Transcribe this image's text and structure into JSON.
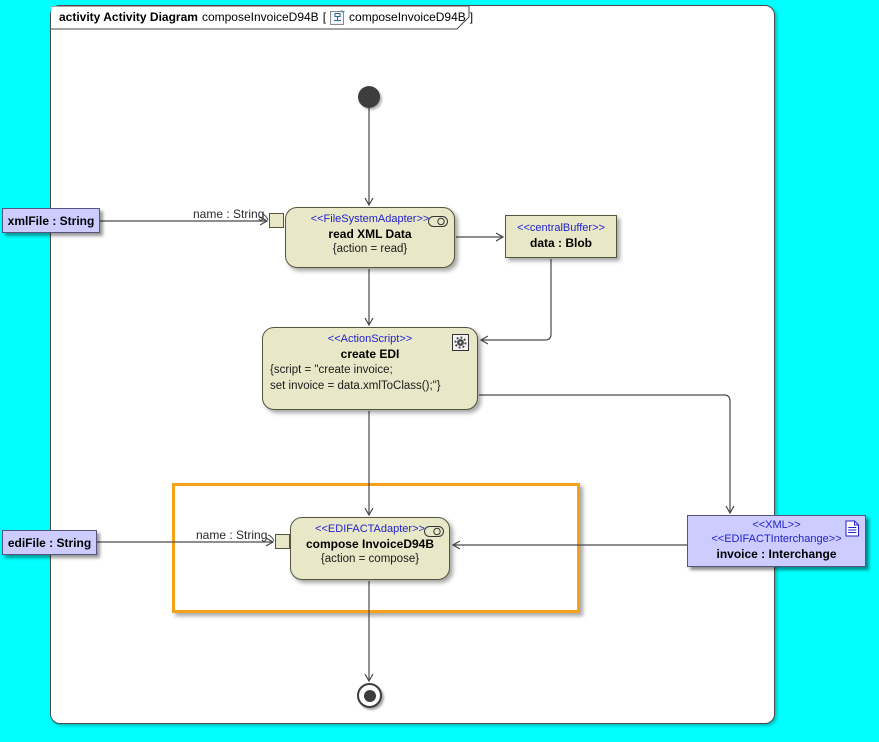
{
  "frame": {
    "keyword": "activity Activity Diagram",
    "diagram_name": "composeInvoiceD94B",
    "bracket_open": "[",
    "ref_name": "composeInvoiceD94B",
    "bracket_close": "]"
  },
  "nodes": {
    "read_xml": {
      "stereotype": "<<FileSystemAdapter>>",
      "name": "read XML Data",
      "constraint": "{action = read}"
    },
    "data_blob": {
      "stereotype": "<<centralBuffer>>",
      "name": "data : Blob"
    },
    "create_edi": {
      "stereotype": "<<ActionScript>>",
      "name": "create EDI",
      "script_line1": "{script = \"create invoice;",
      "script_line2": "set invoice = data.xmlToClass();\"}"
    },
    "compose": {
      "stereotype": "<<EDIFACTAdapter>>",
      "name": "compose InvoiceD94B",
      "constraint": "{action = compose}"
    },
    "invoice": {
      "stereotype1": "<<XML>>",
      "stereotype2": "<<EDIFACTInterchange>>",
      "name": "invoice : Interchange"
    },
    "xml_file": {
      "label": "xmlFile : String"
    },
    "edi_file": {
      "label": "ediFile : String"
    }
  },
  "edge_labels": {
    "top_pin": "name : String",
    "bottom_pin": "name : String"
  },
  "colors": {
    "canvas": "#00ffff",
    "action_fill": "#e8e8c8",
    "object_fill": "#ccccff",
    "stereotype_text": "#2222cc",
    "highlight": "#f7a11a",
    "line": "#4a4a4a"
  }
}
